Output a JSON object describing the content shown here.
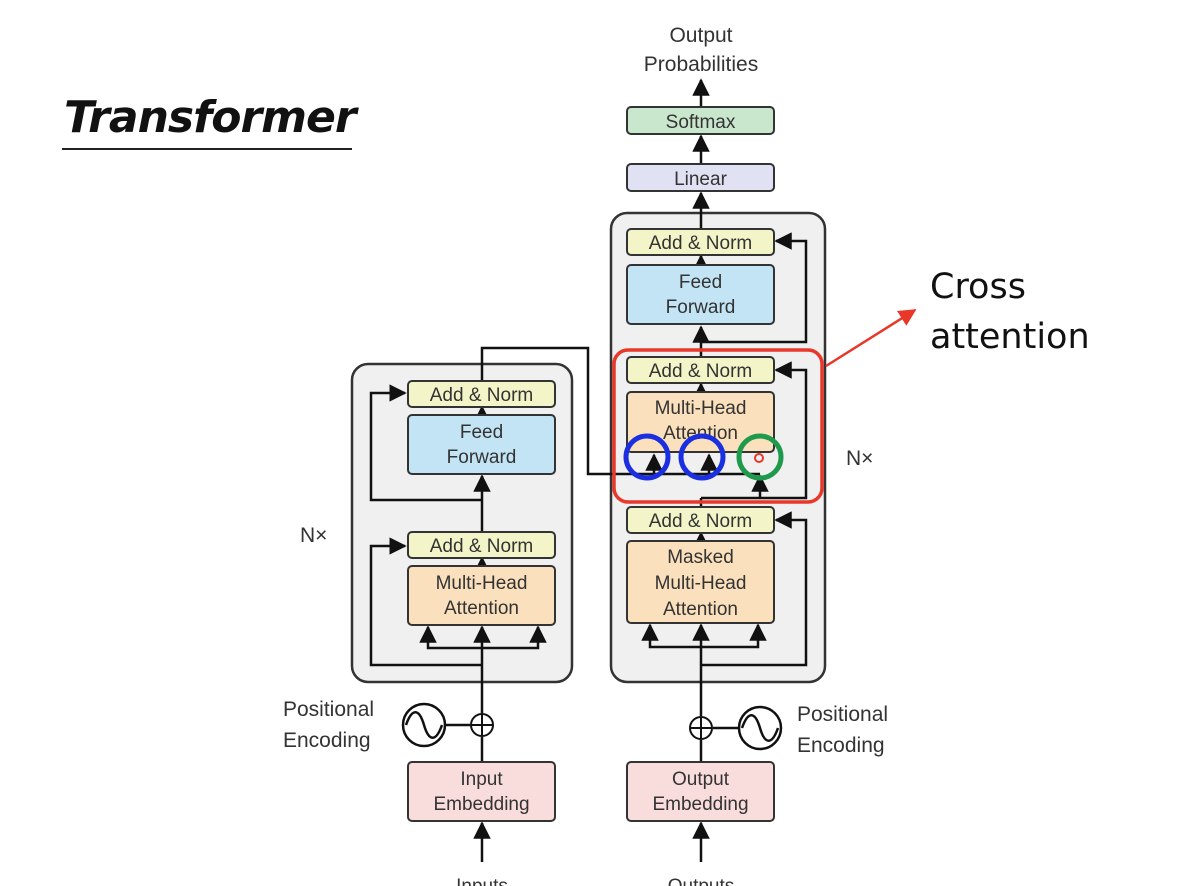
{
  "slide": {
    "title": "Transformer",
    "annotation": {
      "line1": "Cross",
      "line2": "attention",
      "color": "#e8382a"
    }
  },
  "diagram": {
    "output_top": {
      "line1": "Output",
      "line2": "Probabilities"
    },
    "softmax": "Softmax",
    "linear": "Linear",
    "encoder": {
      "repeat": "N×",
      "add_norm_top": "Add & Norm",
      "feed_forward": {
        "line1": "Feed",
        "line2": "Forward"
      },
      "add_norm_bottom": "Add & Norm",
      "attention": {
        "line1": "Multi-Head",
        "line2": "Attention"
      },
      "positional": {
        "line1": "Positional",
        "line2": "Encoding"
      },
      "embedding": {
        "line1": "Input",
        "line2": "Embedding"
      },
      "input_label": "Inputs"
    },
    "decoder": {
      "repeat": "N×",
      "add_norm_top": "Add & Norm",
      "feed_forward": {
        "line1": "Feed",
        "line2": "Forward"
      },
      "add_norm_mid": "Add & Norm",
      "cross_attention": {
        "line1": "Multi-Head",
        "line2": "Attention"
      },
      "add_norm_bottom": "Add & Norm",
      "masked_attention": {
        "line1": "Masked",
        "line2": "Multi-Head",
        "line3": "Attention"
      },
      "positional": {
        "line1": "Positional",
        "line2": "Encoding"
      },
      "embedding": {
        "line1": "Output",
        "line2": "Embedding"
      },
      "input_label": "Outputs"
    },
    "colors": {
      "add_norm": "#f3f5c8",
      "feed_forward": "#c2e4f4",
      "attention": "#fbe0bd",
      "embedding": "#f9dcdc",
      "softmax": "#c9e7cc",
      "linear": "#e0e2f3",
      "block_bg": "#f0f0f0",
      "highlight_red": "#e8382a",
      "highlight_blue": "#1a2fe0",
      "highlight_green": "#1f9a4c"
    }
  }
}
